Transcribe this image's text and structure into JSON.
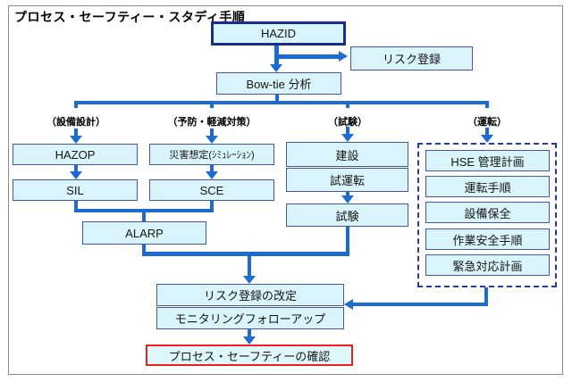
{
  "title": "プロセス・セーフティー・スタディ手順",
  "column_labels": [
    "（設備設計）",
    "（予防・軽減対策）",
    "（試験）",
    "（運転）"
  ],
  "nodes": {
    "hazid": "HAZID",
    "risk_register": "リスク登録",
    "bowtie": "Bow-tie 分析",
    "hazop": "HAZOP",
    "disaster_simulation": "災害想定(ｼﾐｭﾚｰｼｮﾝ)",
    "sil": "SIL",
    "sce": "SCE",
    "alarp": "ALARP",
    "construction": "建設",
    "trial_run": "試運転",
    "test": "試験",
    "hse_plan": "HSE 管理計画",
    "operation_procedure": "運転手順",
    "equipment_maintenance": "設備保全",
    "work_safety_procedure": "作業安全手順",
    "emergency_response_plan": "緊急対応計画",
    "risk_register_revision": "リスク登録の改定",
    "monitoring_followup": "モニタリングフォローアップ",
    "process_safety_confirmation": "プロセス・セーフティーの確認"
  },
  "edges": [
    "HAZID -> リスク登録",
    "HAZID -> Bow-tie 分析",
    "Bow-tie 分析 -> （設備設計）HAZOP",
    "Bow-tie 分析 -> （予防・軽減対策）災害想定(ｼﾐｭﾚｰｼｮﾝ)",
    "Bow-tie 分析 -> （試験）建設",
    "Bow-tie 分析 -> （運転）HSE 管理計画グループ",
    "HAZOP -> SIL",
    "災害想定(ｼﾐｭﾚｰｼｮﾝ) -> SCE",
    "SIL + SCE -> ALARP",
    "試運転 -> 試験",
    "ALARP + 試験 -> リスク登録の改定",
    "運転グループ -> リスク登録の改定",
    "モニタリングフォローアップ -> プロセス・セーフティーの確認"
  ],
  "colors": {
    "box_fill": "#d9f4fa",
    "box_border": "#4456a6",
    "hazid_border": "#1b2d8e",
    "dashed_border": "#2b3a9e",
    "confirm_border": "#ee1f1f",
    "arrow": "#1c6bd0",
    "frame_border": "#8a8a8a"
  }
}
